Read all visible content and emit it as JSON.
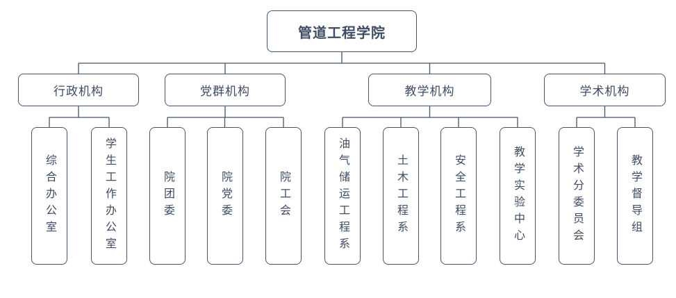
{
  "diagram": {
    "title": "管道工程学院",
    "colors": {
      "line": "#44546A",
      "text": "#3E4C63",
      "background": "#FFFFFF"
    },
    "groups": [
      {
        "label": "行政机构",
        "children": [
          "综合办公室",
          "学生工作办公室"
        ]
      },
      {
        "label": "党群机构",
        "children": [
          "院团委",
          "院党委",
          "院工会"
        ]
      },
      {
        "label": "教学机构",
        "children": [
          "油气储运工程系",
          "土木工程系",
          "安全工程系",
          "教学实验中心"
        ]
      },
      {
        "label": "学术机构",
        "children": [
          "学术分委员会",
          "教学督导组"
        ]
      }
    ]
  }
}
